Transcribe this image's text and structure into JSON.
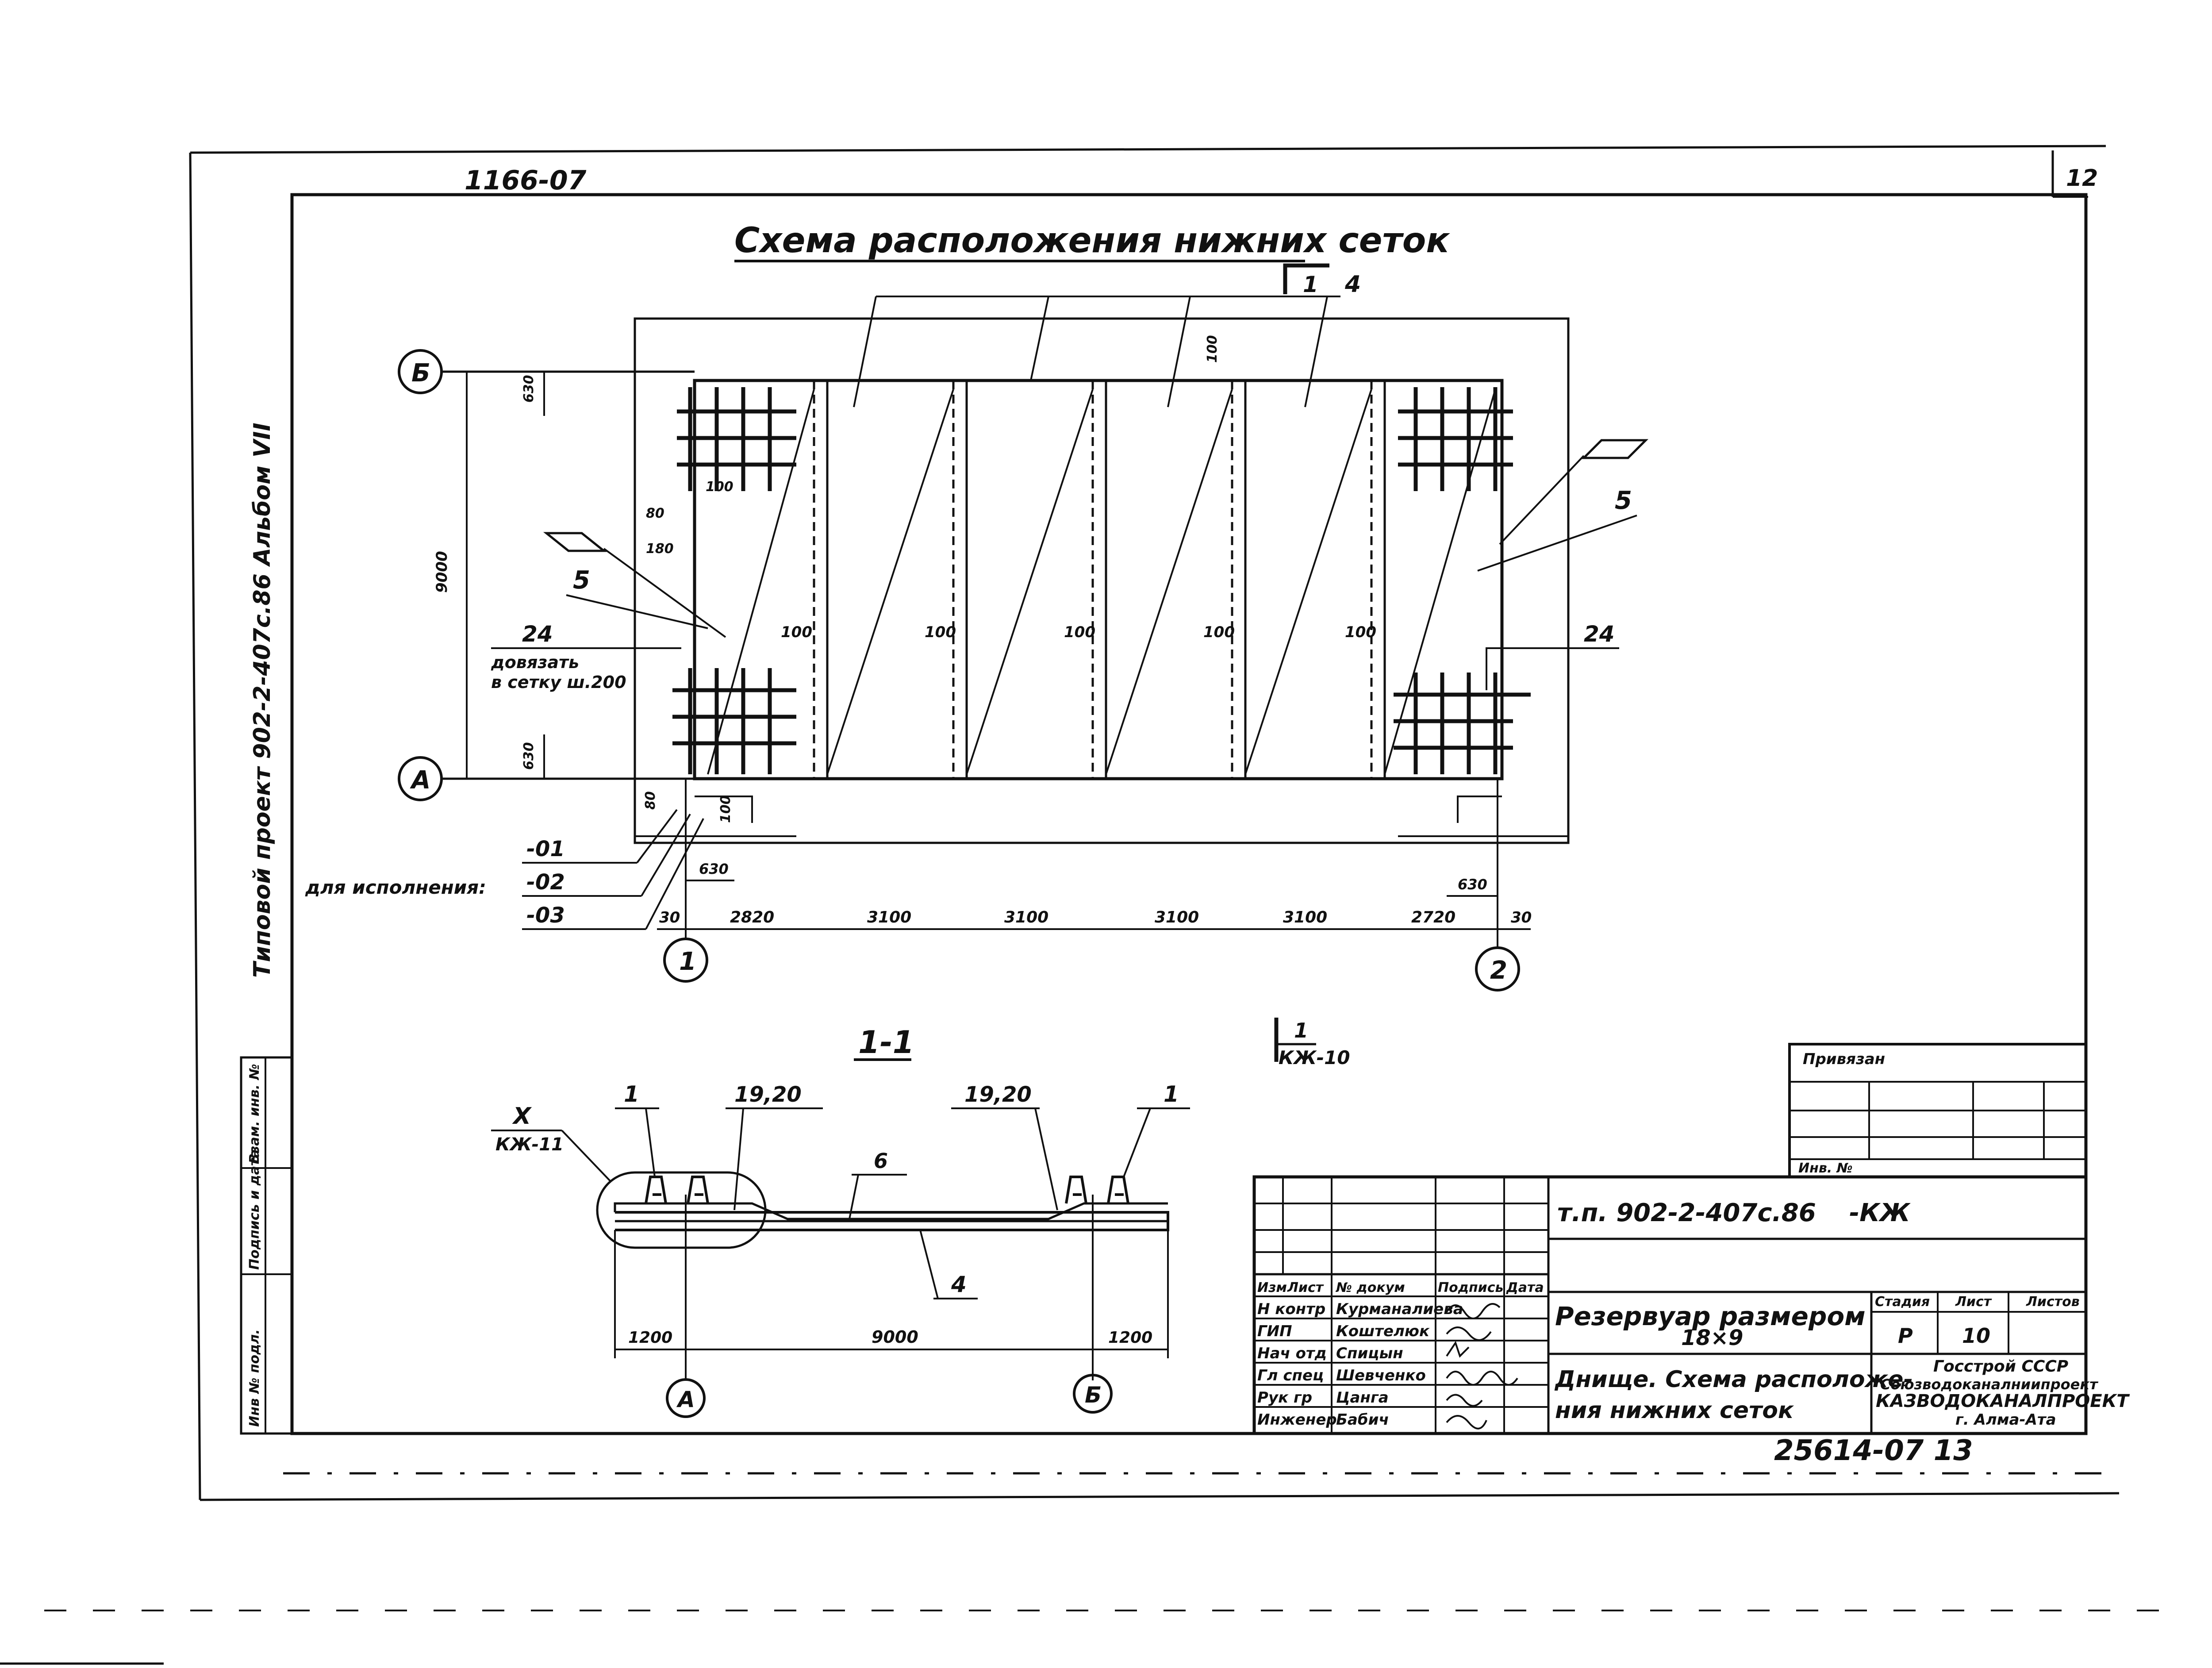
{
  "sheet": {
    "archive_code": "1166-07",
    "sheet_corner_number": "12",
    "bottom_code": "25614-07 13"
  },
  "side_strip": {
    "text": "Типовой проект  902-2-407с.86  Альбом VII",
    "boxes": [
      "Инв № подл.",
      "Подпись и дата",
      "Взам. инв. №"
    ]
  },
  "plan": {
    "title": "Схема расположения нижних сеток",
    "section_marker": "1",
    "top_callout": "4",
    "axis_rows": [
      "Б",
      "А"
    ],
    "axis_columns": [
      "1",
      "2"
    ],
    "total_height": "9000",
    "left_dims": [
      "630",
      "80",
      "180",
      "630",
      "80",
      "100"
    ],
    "gap_dims": [
      "100",
      "100",
      "100",
      "100",
      "100"
    ],
    "small_dim_100": "100",
    "top_dim_100": "100",
    "bottom_dims": [
      "30",
      "2820",
      "3100",
      "3100",
      "3100",
      "3100",
      "2720",
      "30"
    ],
    "dim_630_left": "630",
    "dim_630_right": "630",
    "callout_5_left": "5",
    "callout_5_right": "5",
    "callout_24_left": "24",
    "callout_24_right": "24",
    "note_line1": "довязать",
    "note_line2": "в сетку ш.200",
    "variants_label": "для исполнения:",
    "variants": [
      "-01",
      "-02",
      "-03"
    ]
  },
  "section": {
    "title": "1-1",
    "ref_marker_num": "1",
    "ref_marker_sheet": "КЖ-10",
    "node_label": "X",
    "node_ref": "КЖ-11",
    "callouts": [
      "1",
      "19,20",
      "6",
      "19,20",
      "1",
      "4"
    ],
    "dims": [
      "1200",
      "9000",
      "1200"
    ],
    "axes": [
      "А",
      "Б"
    ]
  },
  "attach_block": {
    "label": "Привязан",
    "inv_label": "Инв. №"
  },
  "title_block": {
    "designation": "т.п. 902-2-407с.86",
    "mark": "-КЖ",
    "headers": [
      "Изм",
      "Лист",
      "№ докум",
      "Подпись",
      "Дата"
    ],
    "roles": [
      "Н контр",
      "ГИП",
      "Нач отд",
      "Гл спец",
      "Рук гр",
      "Инженер"
    ],
    "names": [
      "Курманалиева",
      "Коштелюк",
      "Спицын",
      "Шевченко",
      "Цанга",
      "Бабич"
    ],
    "object_name_line1": "Резервуар размером",
    "object_name_line2": "18×9",
    "sheet_title_line1": "Днище. Схема расположе-",
    "sheet_title_line2": "ния нижних сеток",
    "stage_header": "Стадия",
    "sheet_header": "Лист",
    "sheets_header": "Листов",
    "stage": "Р",
    "sheet_no": "10",
    "org_line1": "Госстрой СССР",
    "org_line2": "Союзводоканалниипроект",
    "org_line3": "КАЗВОДОКАНАЛПРОЕКТ",
    "org_line4": "г. Алма-Ата"
  }
}
